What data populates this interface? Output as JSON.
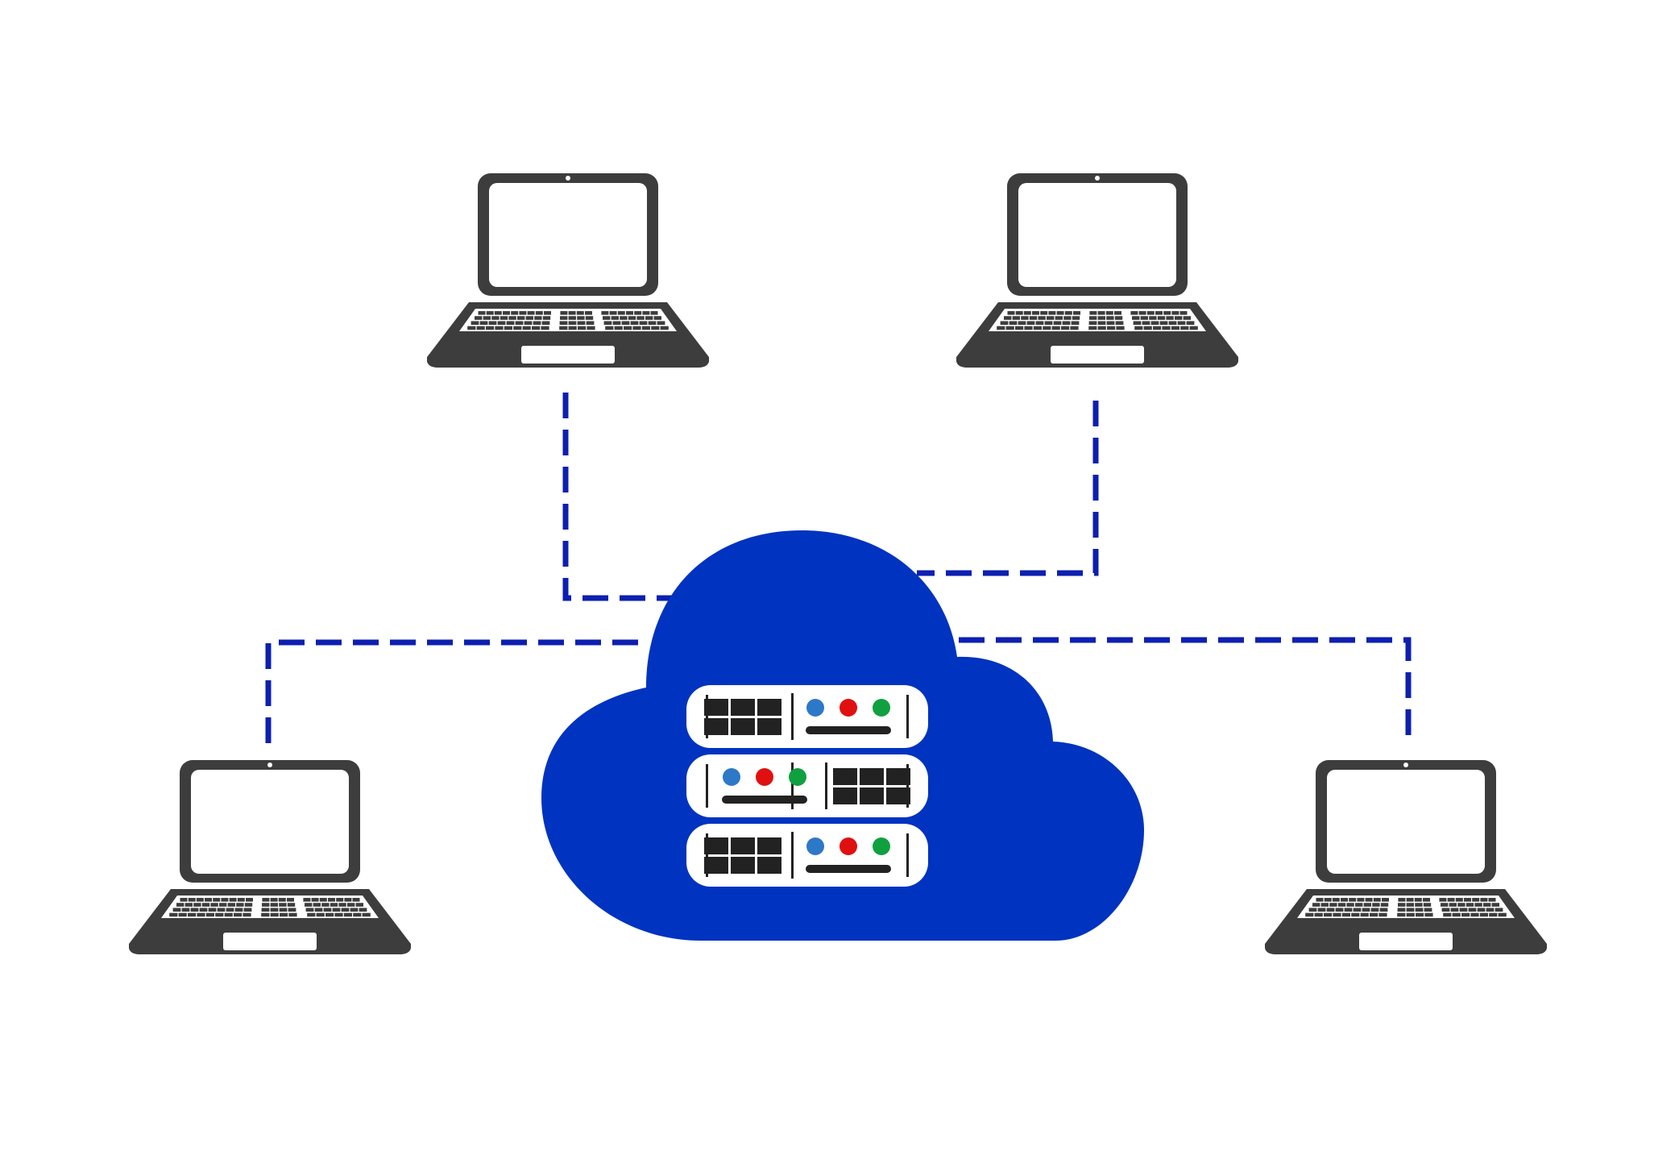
{
  "diagram": {
    "kind": "cloud-network",
    "colors": {
      "background": "#ffffff",
      "cloud": "#0033c0",
      "connector": "#0d1fb0",
      "device": "#3d3d3d",
      "device_screen": "#ffffff",
      "server_panel": "#ffffff",
      "server_detail": "#222222",
      "led_blue": "#2e78c8",
      "led_red": "#e01010",
      "led_green": "#10a040"
    },
    "center": {
      "icon": "cloud-icon",
      "server_icon": "server-rack-icon",
      "server_units": 3
    },
    "nodes": [
      {
        "id": "laptop-top-left",
        "icon": "laptop-icon"
      },
      {
        "id": "laptop-top-right",
        "icon": "laptop-icon"
      },
      {
        "id": "laptop-bottom-left",
        "icon": "laptop-icon"
      },
      {
        "id": "laptop-bottom-right",
        "icon": "laptop-icon"
      }
    ],
    "connections": [
      {
        "from": "laptop-top-left",
        "to": "cloud",
        "style": "dashed"
      },
      {
        "from": "laptop-top-right",
        "to": "cloud",
        "style": "dashed"
      },
      {
        "from": "laptop-bottom-left",
        "to": "cloud",
        "style": "dashed"
      },
      {
        "from": "laptop-bottom-right",
        "to": "cloud",
        "style": "dashed"
      }
    ]
  }
}
